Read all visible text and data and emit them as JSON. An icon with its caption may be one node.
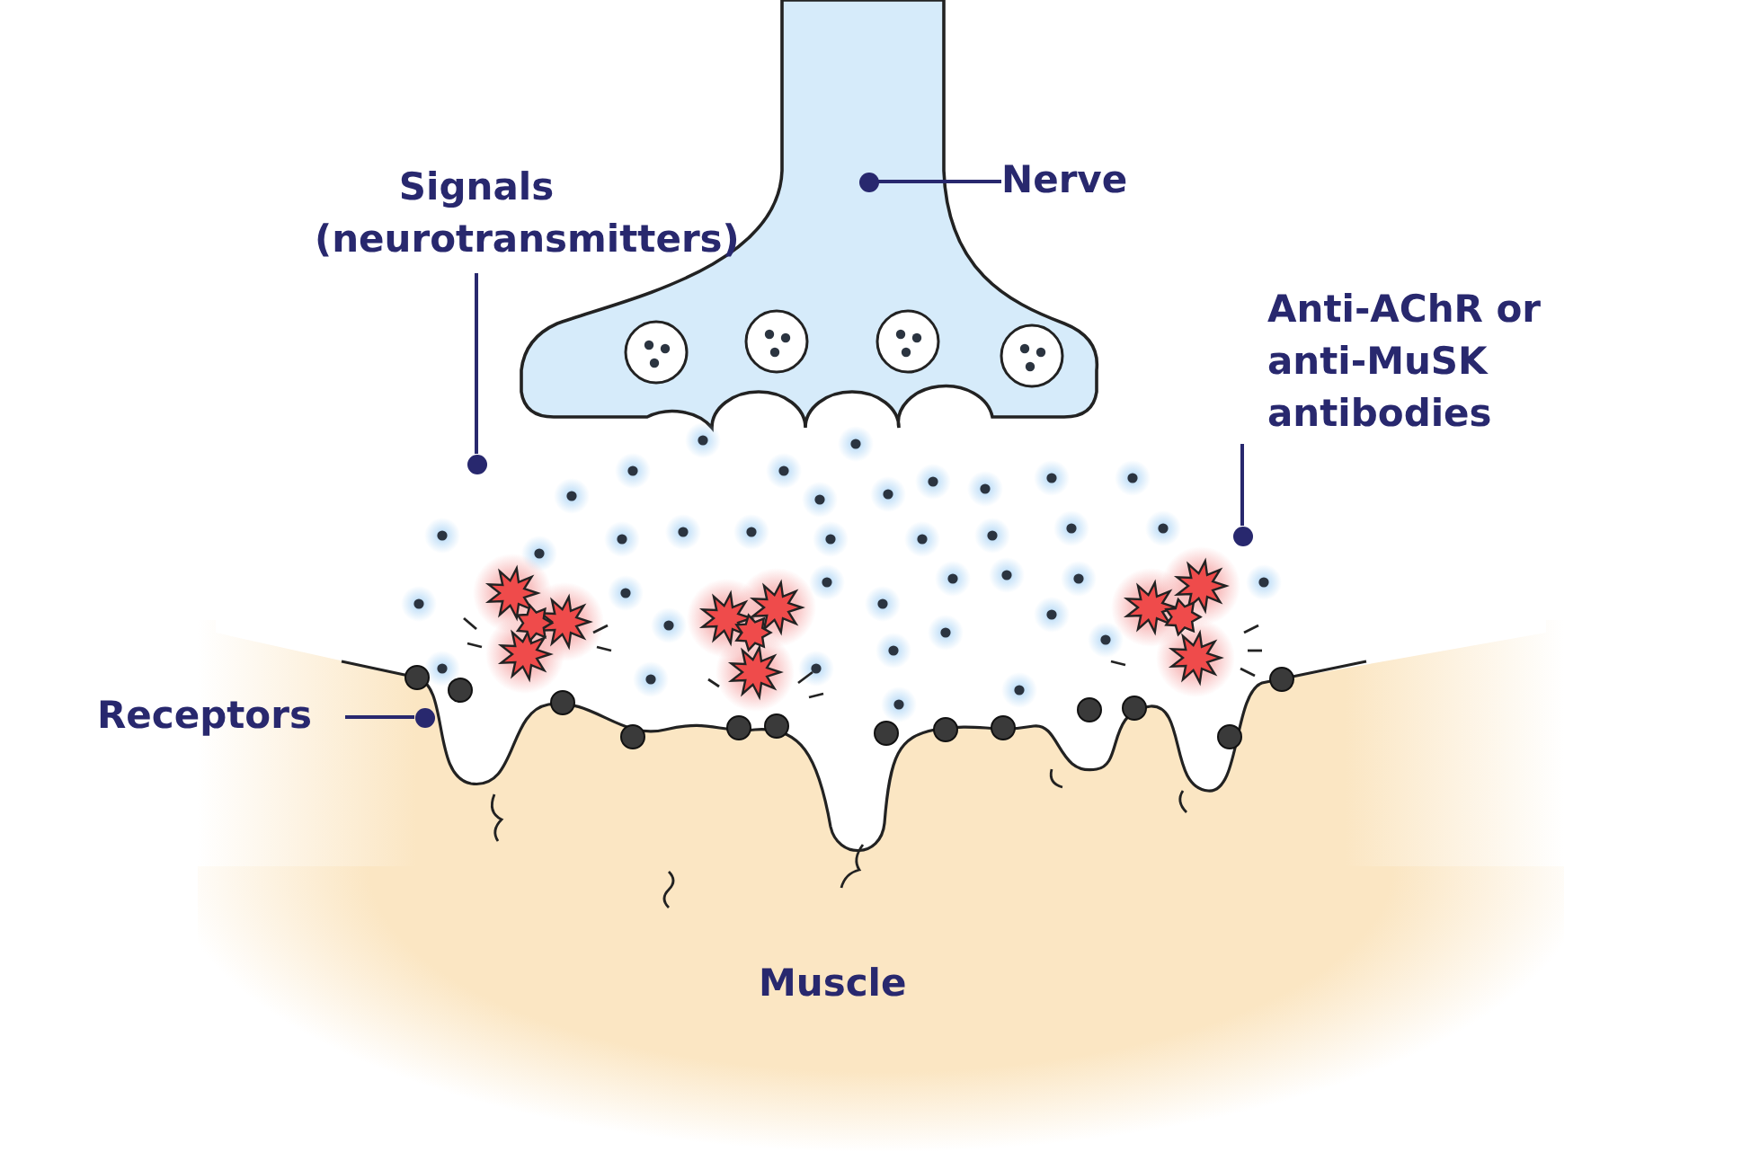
{
  "diagram": {
    "nodes": [
      {
        "text": [
          "Nerve"
        ]
      },
      {
        "text": [],
        "shape": "circle"
      },
      {
        "text": [
          "Signals (neurotransmitters)"
        ]
      },
      {
        "text": [],
        "shape": "circle"
      },
      {
        "text": [
          "Anti-AChR or anti-MuSK antibodies"
        ]
      },
      {
        "text": [],
        "shape": "circle"
      },
      {
        "text": [
          "Receptors"
        ]
      },
      {
        "text": [],
        "shape": "circle"
      },
      {
        "text": [
          "Muscle"
        ]
      }
    ],
    "edges": [
      {
        "from": 0,
        "to": 1,
        "arrow": "none"
      },
      {
        "from": 2,
        "to": 3,
        "arrow": "none"
      },
      {
        "from": 4,
        "to": 5,
        "arrow": "none"
      },
      {
        "from": 6,
        "to": 7,
        "arrow": "none"
      }
    ]
  }
}
